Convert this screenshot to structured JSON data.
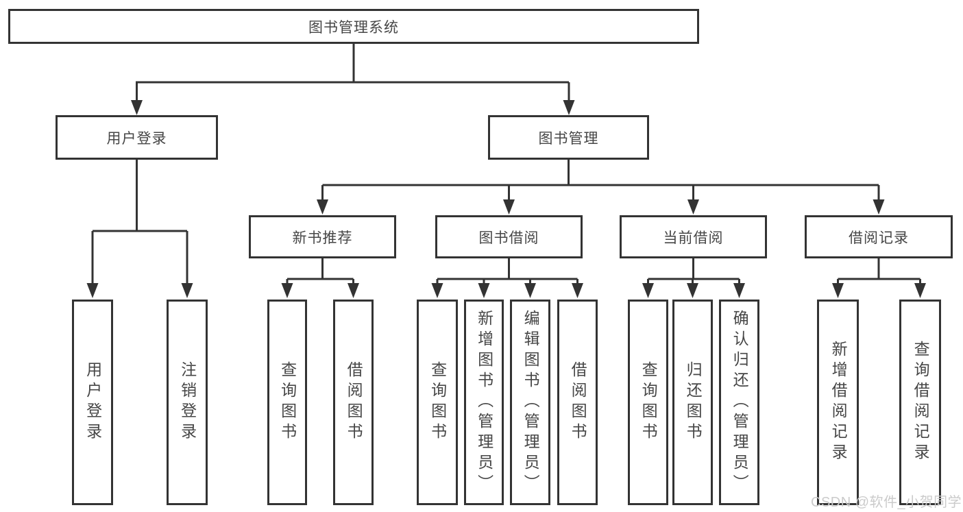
{
  "tree": {
    "root": "图书管理系统",
    "level1": [
      "用户登录",
      "图书管理"
    ],
    "level2": [
      "新书推荐",
      "图书借阅",
      "当前借阅",
      "借阅记录"
    ],
    "leaves": [
      "用户登录",
      "注销登录",
      "查询图书",
      "借阅图书",
      "查询图书",
      "新增图书（管理员）",
      "编辑图书（管理员）",
      "借阅图书",
      "查询图书",
      "归还图书",
      "确认归还（管理员）",
      "新增借阅记录",
      "查询借阅记录"
    ]
  },
  "structure": {
    "图书管理系统": [
      "用户登录",
      "图书管理"
    ],
    "用户登录": [
      "用户登录",
      "注销登录"
    ],
    "图书管理": [
      "新书推荐",
      "图书借阅",
      "当前借阅",
      "借阅记录"
    ],
    "新书推荐": [
      "查询图书",
      "借阅图书"
    ],
    "图书借阅": [
      "查询图书",
      "新增图书（管理员）",
      "编辑图书（管理员）",
      "借阅图书"
    ],
    "当前借阅": [
      "查询图书",
      "归还图书",
      "确认归还（管理员）"
    ],
    "借阅记录": [
      "新增借阅记录",
      "查询借阅记录"
    ]
  },
  "watermark": {
    "text": "CSDN @软件_小贺同学"
  },
  "colors": {
    "line": "#333333",
    "border": "#333333",
    "text": "#464646",
    "watermark": "#cbcbcb",
    "background": "#ffffff"
  }
}
